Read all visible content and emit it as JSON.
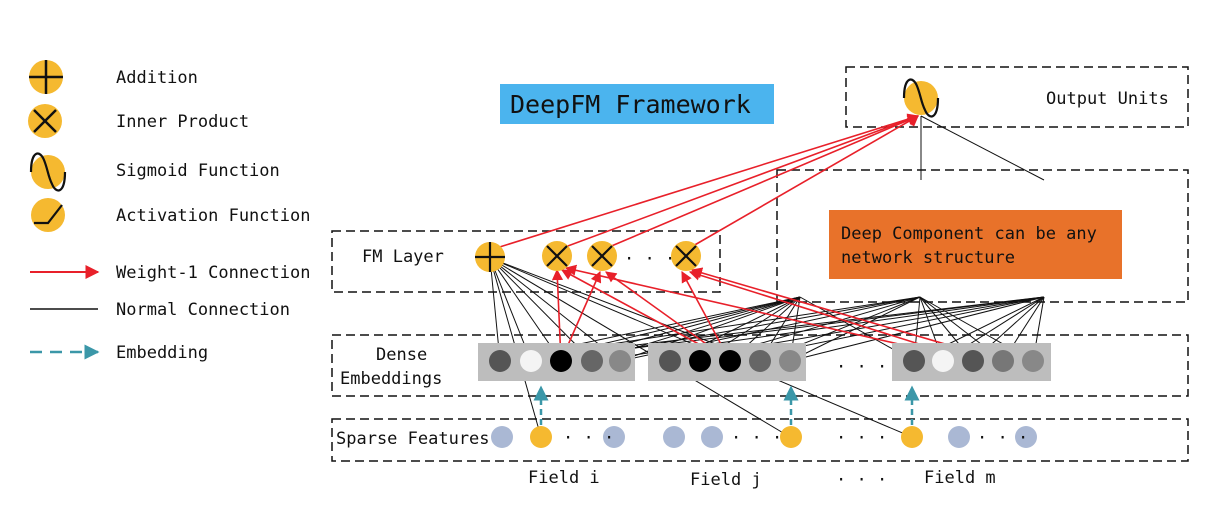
{
  "title": "DeepFM Framework",
  "legend": {
    "addition": "Addition",
    "inner_product": "Inner Product",
    "sigmoid": "Sigmoid Function",
    "activation": "Activation Function",
    "weight1": "Weight-1 Connection",
    "normal": "Normal Connection",
    "embedding": "Embedding"
  },
  "layers": {
    "output": "Output Units",
    "fm": "FM Layer",
    "dense_line1": "Dense",
    "dense_line2": "Embeddings",
    "sparse": "Sparse Features"
  },
  "deep_component_line1": "Deep Component can be any",
  "deep_component_line2": "network structure",
  "fields": {
    "i": "Field i",
    "j": "Field j",
    "m": "Field m",
    "gap": "· · ·"
  },
  "ellipsis": "· · ·",
  "colors": {
    "title_bg": "#4bb4ee",
    "deep_bg": "#e8722a",
    "node": "#f5b930",
    "red": "#e8202a",
    "embed_arrow": "#3b97a8",
    "sparse_inactive": "#aab8d4",
    "dense_bg": "#bdbdbd"
  }
}
